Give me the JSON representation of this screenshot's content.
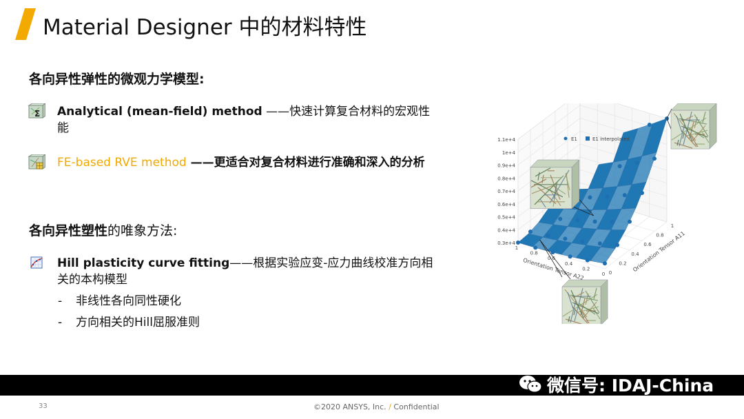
{
  "slide": {
    "title": "Material Designer 中的材料特性",
    "accent_color": "#f2a900"
  },
  "section1": {
    "heading": "各向异性弹性的微观力学模型:"
  },
  "bullets": [
    {
      "icon": "mean-field-icon",
      "bold": "Analytical (mean-field) method",
      "rest": " ——快速计算复合材料的宏观性能"
    },
    {
      "icon": "rve-icon",
      "lead": "FE-based RVE method",
      "rest": " ——更适合对复合材料进行准确和深入的分析"
    }
  ],
  "section2": {
    "heading_bold": "各向异性塑性",
    "heading_normal": "的唯象方法:"
  },
  "hill": {
    "icon": "curve-fit-icon",
    "bold": "Hill plasticity curve fitting",
    "rest": "——根据实验应变-应力曲线校准方向相关的本构模型",
    "subitems": [
      {
        "dash": "-",
        "text": "非线性各向同性硬化"
      },
      {
        "dash": "-",
        "text": "方向相关的Hill屈服准则"
      }
    ]
  },
  "chart_data": {
    "type": "surface3d",
    "legend": [
      "E1",
      "E1 interpolated"
    ],
    "legend_position": "top",
    "z_ticks": [
      "1.1e+4",
      "1e+4",
      "0.9e+4",
      "0.8e+4",
      "0.7e+4",
      "0.6e+4",
      "0.5e+4",
      "0.4e+4",
      "0.3e+4"
    ],
    "x_axis": {
      "label": "Orientation Tensor A22",
      "ticks": [
        "1",
        "0.8",
        "0.6",
        "0.4",
        "0.2",
        "0"
      ]
    },
    "y_axis": {
      "label": "Orientation Tensor A11",
      "ticks": [
        "0",
        "0.2",
        "0.4",
        "0.6",
        "0.8",
        "1"
      ]
    },
    "surface_color": "#1f77b4"
  },
  "watermark": {
    "text": "微信号: IDAJ-China"
  },
  "footer": {
    "page": "33",
    "copyright": "©2020 ANSYS, Inc.",
    "sep": "/",
    "conf": "Confidential"
  }
}
